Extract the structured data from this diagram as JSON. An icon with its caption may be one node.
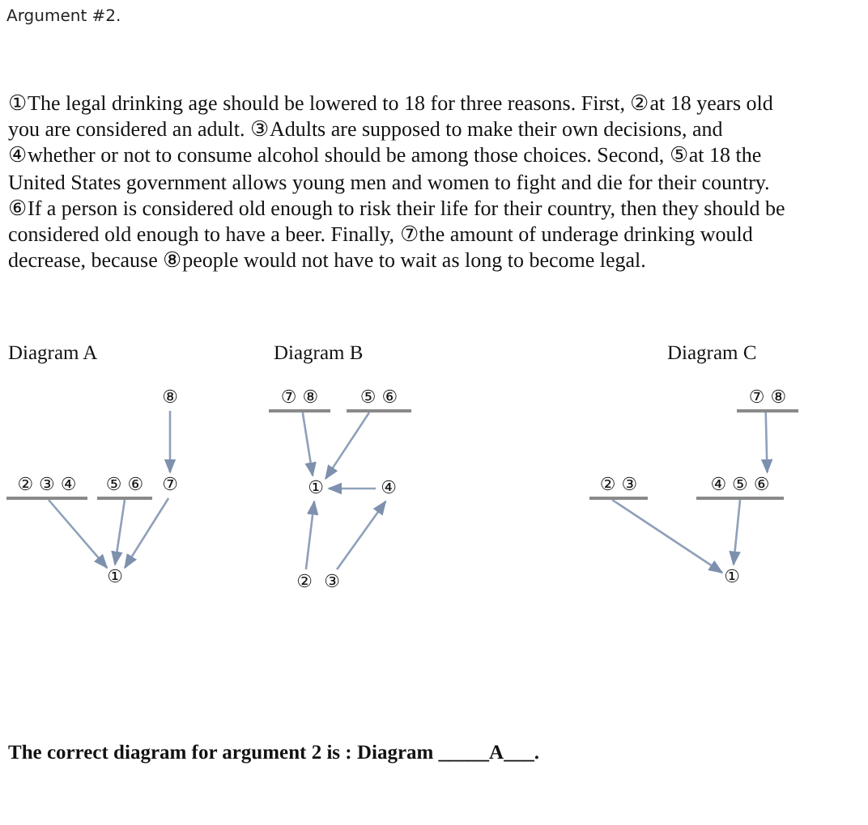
{
  "diagram": {
    "nodes": [
      {
        "text": [
          "⑧"
        ]
      },
      {
        "text": [
          "② ③ ④"
        ]
      },
      {
        "text": [
          "⑤ ⑥"
        ]
      },
      {
        "text": [
          "⑦"
        ]
      },
      {
        "text": [
          "①"
        ]
      },
      {
        "text": [
          "⑦ ⑧"
        ]
      },
      {
        "text": [
          "⑤ ⑥"
        ]
      },
      {
        "text": [
          "①"
        ]
      },
      {
        "text": [
          "④"
        ]
      },
      {
        "text": [
          "②"
        ]
      },
      {
        "text": [
          "③"
        ]
      },
      {
        "text": [
          "⑦ ⑧"
        ]
      },
      {
        "text": [
          "② ③"
        ]
      },
      {
        "text": [
          "④ ⑤ ⑥"
        ]
      },
      {
        "text": [
          "①"
        ]
      }
    ],
    "edges": [
      {
        "from": 0,
        "to": 3,
        "arrow": "to"
      },
      {
        "from": 1,
        "to": 4,
        "arrow": "to"
      },
      {
        "from": 2,
        "to": 4,
        "arrow": "to"
      },
      {
        "from": 3,
        "to": 4,
        "arrow": "to"
      },
      {
        "from": 5,
        "to": 7,
        "arrow": "to"
      },
      {
        "from": 6,
        "to": 7,
        "arrow": "to"
      },
      {
        "from": 8,
        "to": 7,
        "arrow": "to"
      },
      {
        "from": 9,
        "to": 7,
        "arrow": "to"
      },
      {
        "from": 10,
        "to": 8,
        "arrow": "to"
      },
      {
        "from": 11,
        "to": 13,
        "arrow": "to"
      },
      {
        "from": 12,
        "to": 14,
        "arrow": "to"
      },
      {
        "from": 13,
        "to": 14,
        "arrow": "to"
      }
    ],
    "labels": [
      "Argument #2.",
      "①The legal drinking age should be lowered to 18 for three reasons. First, ②at 18 years old you are considered an adult.  ③Adults are supposed to make their own decisions, and ④whether or not to consume alcohol should be among those choices. Second, ⑤at 18 the United States government allows young men and women to fight and die for their country. ⑥If a person is considered old enough to risk their life for their country, then they should be considered old enough to have a beer. Finally, ⑦the amount of underage drinking would decrease, because ⑧people would not have to wait as long to become legal.",
      "Diagram A",
      "Diagram B",
      "Diagram C",
      "The correct diagram for argument 2 is : Diagram _____A___."
    ]
  }
}
